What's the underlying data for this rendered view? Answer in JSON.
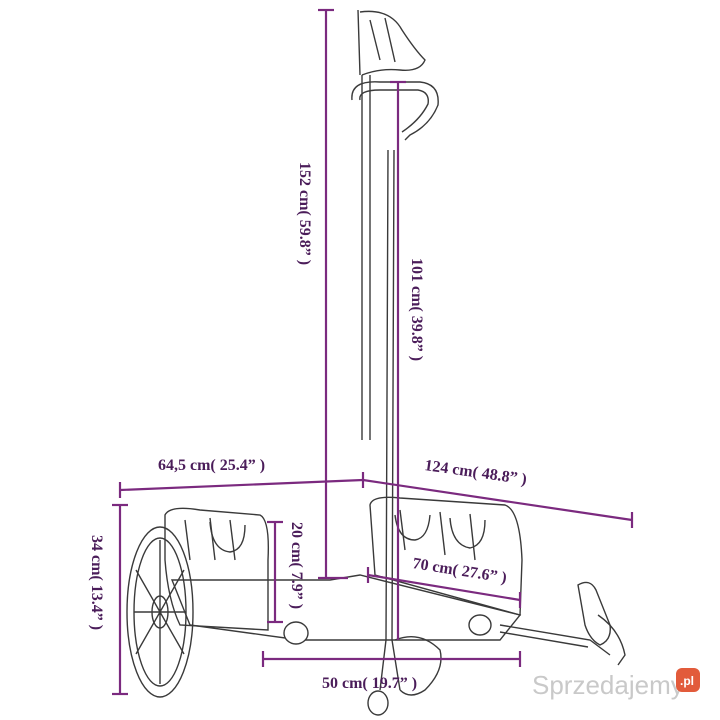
{
  "dimensions": {
    "total_height": "152 cm( 59.8” )",
    "handle_height": "101 cm( 39.8” )",
    "width": "64,5 cm( 25.4” )",
    "total_length": "124 cm( 48.8” )",
    "wheel_height": "34 cm( 13.4” )",
    "bed_height": "20 cm( 7.9” )",
    "bed_length": "70 cm( 27.6” )",
    "bed_width": "50 cm( 19.7” )"
  },
  "watermark": {
    "text": "Sprzedajemy",
    "badge": ".pl"
  },
  "colors": {
    "dimension": "#7b2a7f",
    "drawing": "#3a3a3a"
  }
}
